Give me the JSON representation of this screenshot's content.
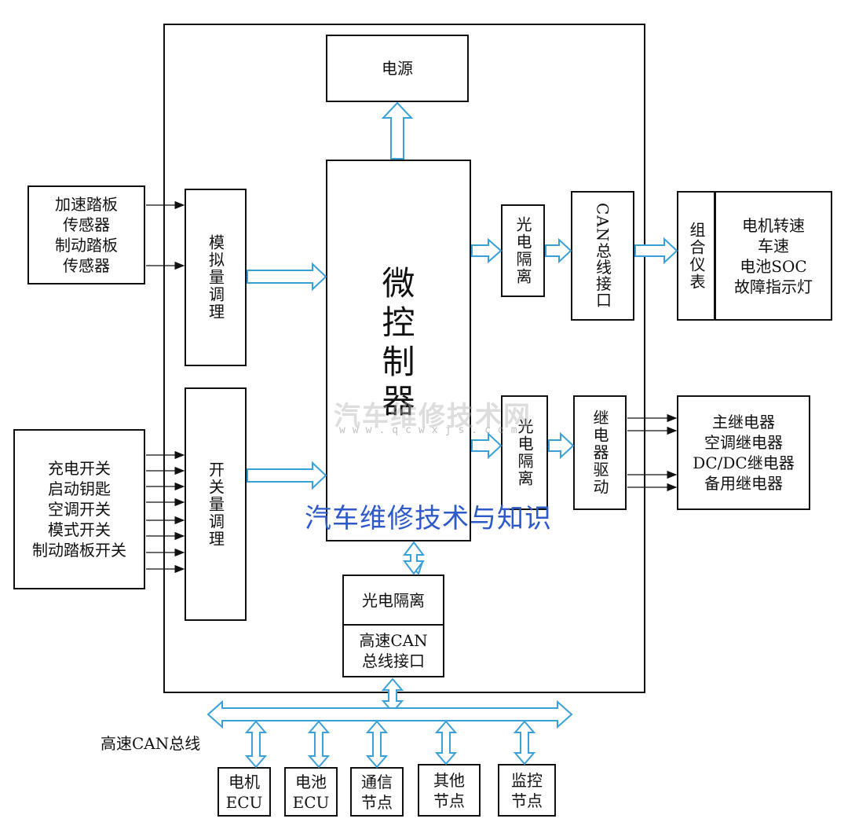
{
  "blocks": {
    "power": "电源",
    "mcu": "微\n控\n制\n器",
    "analog": "模拟量调理",
    "switch": "开关量调理",
    "opto1": "光电隔离",
    "opto2": "光电隔离",
    "opto3": "光电隔离",
    "can_if": "CAN总线接口",
    "relay_drv": "继电器驱动",
    "hs_can": "高速CAN\n总线接口",
    "combo": "组合仪表",
    "cluster_items": "电机转速\n车速\n电池SOC\n故障指示灯",
    "pedals": "加速踏板\n传感器\n制动踏板\n传感器",
    "switches": "充电开关\n启动钥匙\n空调开关\n模式开关\n制动踏板开关",
    "relays": "主继电器\n空调继电器\nDC/DC继电器\n备用继电器"
  },
  "bus": {
    "label": "高速CAN总线",
    "nodes": [
      "电机\nECU",
      "电池\nECU",
      "通信\n节点",
      "其他\n节点",
      "监控\n节点"
    ]
  },
  "watermark": {
    "main": "汽车维修技术与知识",
    "logo": "汽车维修技术网",
    "url": "www.qcwxjs.com"
  },
  "colors": {
    "arrow": "#3aa0d8",
    "line": "#111111",
    "watermark": "#2d5ac8"
  }
}
